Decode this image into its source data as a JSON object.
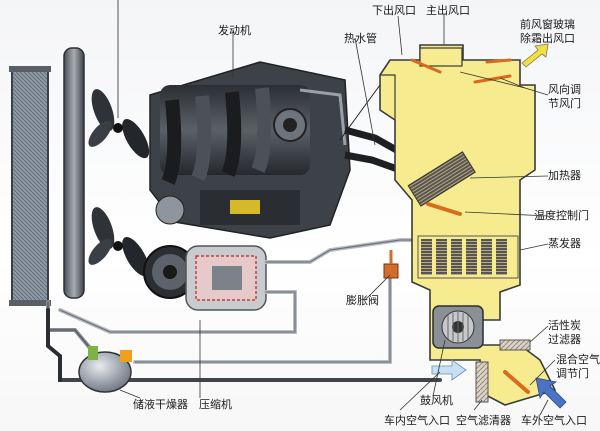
{
  "labels": {
    "lower_outlet": "下出风口",
    "main_outlet": "主出风口",
    "defrost_outlet_1": "前风窗玻璃",
    "defrost_outlet_2": "除霜出风口",
    "engine": "发动机",
    "hot_water_pipe": "热水管",
    "wind_door_1": "风向调",
    "wind_door_2": "节风门",
    "heater": "加热器",
    "temp_door": "温度控制门",
    "evaporator": "蒸发器",
    "expansion_valve": "膨胀阀",
    "carbon_filter_1": "活性炭",
    "carbon_filter_2": "过滤器",
    "mix_door_1": "混合空气",
    "mix_door_2": "调节门",
    "blower": "鼓风机",
    "receiver_drier": "储液干燥器",
    "compressor": "压缩机",
    "inside_air_inlet": "车内空气入口",
    "air_filter": "空气滤清器",
    "outside_air_inlet": "车外空气入口"
  }
}
